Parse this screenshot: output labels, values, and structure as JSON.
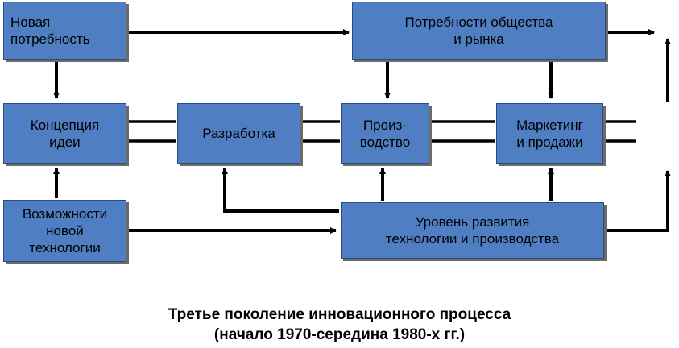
{
  "boxes": {
    "new_need": "Новая\nпотребность",
    "needs": "Потребности общества\nи рынка",
    "concept": "Концепция\nидеи",
    "development": "Разработка",
    "production": "Произ-\nводство",
    "marketing": "Маркетинг\nи продажи",
    "technology": "Возможности\nновой\nтехнологии",
    "tech_level": "Уровень развития\nтехнологии и производства"
  },
  "caption": {
    "line1": "Третье поколение инновационного процесса",
    "line2": "(начало 1970-середина 1980-х гг.)"
  },
  "colors": {
    "box_fill": "#4f7fc2",
    "box_border": "#2c4c7c",
    "shadow": "#6b6b6b",
    "arrow": "#000000"
  }
}
